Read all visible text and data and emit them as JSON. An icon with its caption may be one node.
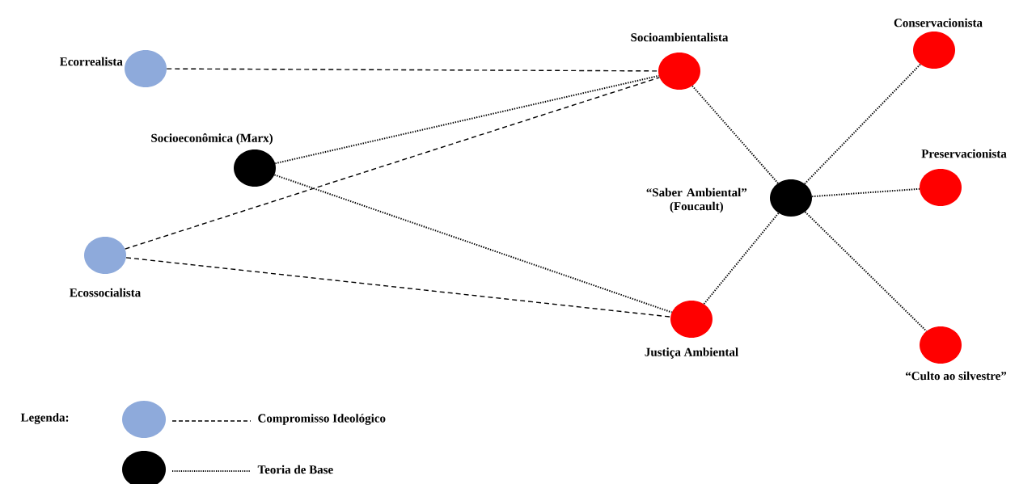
{
  "diagram": {
    "nodes": [
      {
        "text": [
          "Ecorrealista"
        ]
      },
      {
        "text": [
          "Socioeconômica (Marx)"
        ]
      },
      {
        "text": [
          "Ecossocialista"
        ]
      },
      {
        "text": [
          "Socioambientalista"
        ]
      },
      {
        "text": [
          "“Saber Ambiental” (Foucault)"
        ]
      },
      {
        "text": [
          "Justiça Ambiental"
        ]
      },
      {
        "text": [
          "Conservacionista"
        ]
      },
      {
        "text": [
          "Preservacionista"
        ]
      },
      {
        "text": [
          "“Culto ao silvestre”"
        ]
      }
    ],
    "edges": [
      {
        "from": 0,
        "to": 3,
        "arrow": "none",
        "style": "dashed"
      },
      {
        "from": 1,
        "to": 3,
        "arrow": "none"
      },
      {
        "from": 2,
        "to": 3,
        "arrow": "none",
        "style": "dashed"
      },
      {
        "from": 1,
        "to": 5,
        "arrow": "none"
      },
      {
        "from": 2,
        "to": 5,
        "arrow": "none",
        "style": "dashed"
      },
      {
        "from": 3,
        "to": 4,
        "arrow": "none"
      },
      {
        "from": 5,
        "to": 4,
        "arrow": "none"
      },
      {
        "from": 4,
        "to": 6,
        "arrow": "none"
      },
      {
        "from": 4,
        "to": 7,
        "arrow": "none"
      },
      {
        "from": 4,
        "to": 8,
        "arrow": "none"
      }
    ],
    "labels": [
      "Legenda:"
    ],
    "legend": [
      {
        "text": "Compromisso Ideológico",
        "color": "#8eaadb"
      },
      {
        "text": "Teoria de Base",
        "color": "#000000"
      }
    ]
  }
}
